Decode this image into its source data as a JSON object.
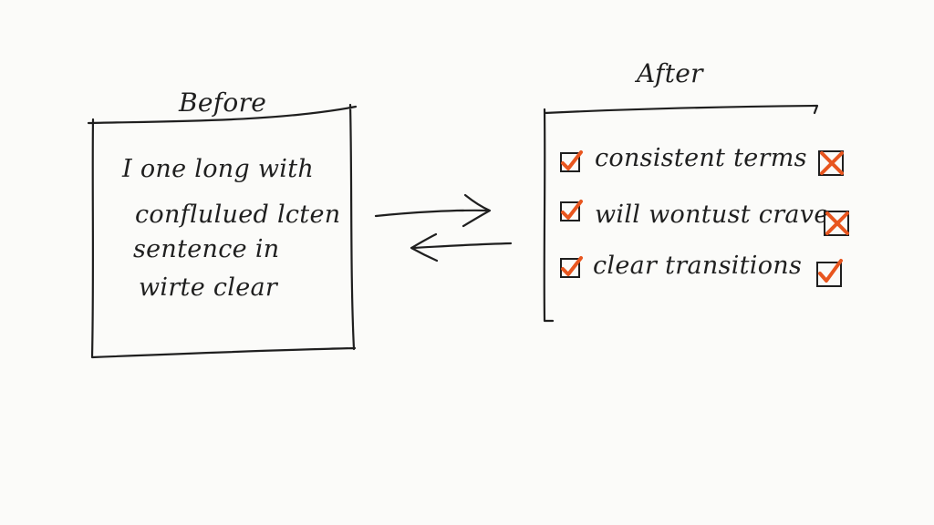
{
  "before": {
    "title": "Before",
    "lines": [
      "I one long with",
      "conflulued lcten",
      "sentence in",
      "wirte clear"
    ]
  },
  "after": {
    "title": "After",
    "items": [
      {
        "label": "consistent terms",
        "left_mark": "check-icon",
        "right_mark": "x-icon"
      },
      {
        "label": "will wontust crave",
        "left_mark": "check-icon",
        "right_mark": "x-icon"
      },
      {
        "label": "clear transitions",
        "left_mark": "check-icon",
        "right_mark": "check-icon"
      }
    ]
  },
  "colors": {
    "ink": "#1f1f1f",
    "accent": "#e8561f",
    "paper": "#fbfbf9"
  }
}
